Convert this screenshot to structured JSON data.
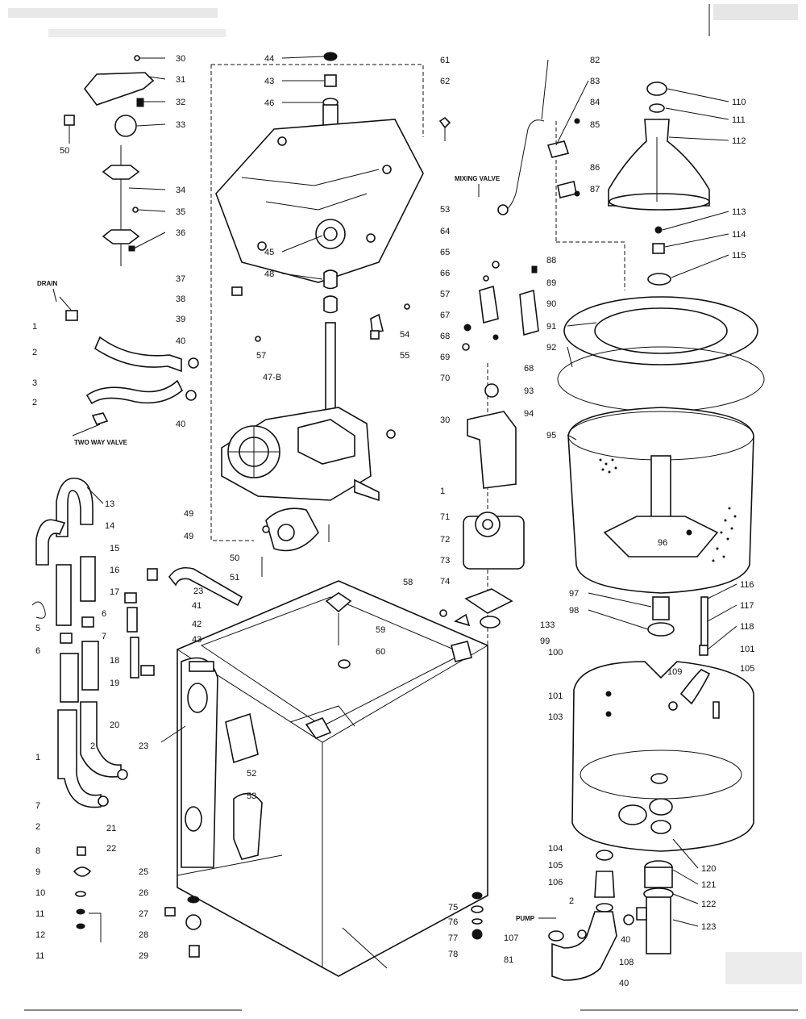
{
  "notes": {
    "drain": "DRAIN",
    "two_way_valve": "TWO WAY VALVE",
    "mixing_valve": "MIXING VALVE",
    "pump": "PUMP"
  },
  "callouts": [
    {
      "id": "c30a",
      "text": "30"
    },
    {
      "id": "c31a",
      "text": "31"
    },
    {
      "id": "c32",
      "text": "32"
    },
    {
      "id": "c33",
      "text": "33"
    },
    {
      "id": "c50a",
      "text": "50"
    },
    {
      "id": "c34",
      "text": "34"
    },
    {
      "id": "c35",
      "text": "35"
    },
    {
      "id": "c36",
      "text": "36"
    },
    {
      "id": "c37",
      "text": "37"
    },
    {
      "id": "c38",
      "text": "38"
    },
    {
      "id": "c39",
      "text": "39"
    },
    {
      "id": "c1a",
      "text": "1"
    },
    {
      "id": "c2a",
      "text": "2"
    },
    {
      "id": "c40a",
      "text": "40"
    },
    {
      "id": "c3",
      "text": "3"
    },
    {
      "id": "c2b",
      "text": "2"
    },
    {
      "id": "c40b",
      "text": "40"
    },
    {
      "id": "c44",
      "text": "44"
    },
    {
      "id": "c43",
      "text": "43"
    },
    {
      "id": "c46",
      "text": "46"
    },
    {
      "id": "c45",
      "text": "45"
    },
    {
      "id": "c48",
      "text": "48"
    },
    {
      "id": "c57a",
      "text": "57"
    },
    {
      "id": "c61",
      "text": "61"
    },
    {
      "id": "c62",
      "text": "62"
    },
    {
      "id": "c47",
      "text": "47-B"
    },
    {
      "id": "c49",
      "text": "49"
    },
    {
      "id": "c49b",
      "text": "49"
    },
    {
      "id": "c50",
      "text": "50"
    },
    {
      "id": "c51",
      "text": "51"
    },
    {
      "id": "c58",
      "text": "58"
    },
    {
      "id": "c54",
      "text": "54"
    },
    {
      "id": "c55",
      "text": "55"
    },
    {
      "id": "c57b",
      "text": "57"
    },
    {
      "id": "c30b",
      "text": "30"
    },
    {
      "id": "c13",
      "text": "13"
    },
    {
      "id": "c14",
      "text": "14"
    },
    {
      "id": "c15",
      "text": "15"
    },
    {
      "id": "c16",
      "text": "16"
    },
    {
      "id": "c17",
      "text": "17"
    },
    {
      "id": "c6a",
      "text": "6"
    },
    {
      "id": "c7a",
      "text": "7"
    },
    {
      "id": "c5",
      "text": "5"
    },
    {
      "id": "c6b",
      "text": "6"
    },
    {
      "id": "c18",
      "text": "18"
    },
    {
      "id": "c19",
      "text": "19"
    },
    {
      "id": "c20",
      "text": "20"
    },
    {
      "id": "c2c",
      "text": "2"
    },
    {
      "id": "c23a",
      "text": "23"
    },
    {
      "id": "c41",
      "text": "41"
    },
    {
      "id": "c42",
      "text": "42"
    },
    {
      "id": "c43b",
      "text": "43"
    },
    {
      "id": "c23b",
      "text": "23"
    },
    {
      "id": "c1b",
      "text": "1"
    },
    {
      "id": "c7b",
      "text": "7"
    },
    {
      "id": "c2d",
      "text": "2"
    },
    {
      "id": "c21",
      "text": "21"
    },
    {
      "id": "c22",
      "text": "22"
    },
    {
      "id": "c8",
      "text": "8"
    },
    {
      "id": "c9",
      "text": "9"
    },
    {
      "id": "c10",
      "text": "10"
    },
    {
      "id": "c11a",
      "text": "11"
    },
    {
      "id": "c12",
      "text": "12"
    },
    {
      "id": "c11b",
      "text": "11"
    },
    {
      "id": "c25",
      "text": "25"
    },
    {
      "id": "c26",
      "text": "26"
    },
    {
      "id": "c27",
      "text": "27"
    },
    {
      "id": "c28",
      "text": "28"
    },
    {
      "id": "c29",
      "text": "29"
    },
    {
      "id": "c52",
      "text": "52"
    },
    {
      "id": "c53b",
      "text": "53"
    },
    {
      "id": "c59",
      "text": "59"
    },
    {
      "id": "c60",
      "text": "60"
    },
    {
      "id": "c82",
      "text": "82"
    },
    {
      "id": "c83",
      "text": "83"
    },
    {
      "id": "c84",
      "text": "84"
    },
    {
      "id": "c85",
      "text": "85"
    },
    {
      "id": "c86",
      "text": "86"
    },
    {
      "id": "c87",
      "text": "87"
    },
    {
      "id": "c53",
      "text": "53"
    },
    {
      "id": "c64",
      "text": "64"
    },
    {
      "id": "c65",
      "text": "65"
    },
    {
      "id": "c66",
      "text": "66"
    },
    {
      "id": "c67",
      "text": "67"
    },
    {
      "id": "c68",
      "text": "68"
    },
    {
      "id": "c69",
      "text": "69"
    },
    {
      "id": "c70",
      "text": "70"
    },
    {
      "id": "c88",
      "text": "88"
    },
    {
      "id": "c89",
      "text": "89"
    },
    {
      "id": "c90",
      "text": "90"
    },
    {
      "id": "c68b",
      "text": "68"
    },
    {
      "id": "c93",
      "text": "93"
    },
    {
      "id": "c94",
      "text": "94"
    },
    {
      "id": "c71",
      "text": "71"
    },
    {
      "id": "c72",
      "text": "72"
    },
    {
      "id": "c73",
      "text": "73"
    },
    {
      "id": "c74",
      "text": "74"
    },
    {
      "id": "c1c",
      "text": "1"
    },
    {
      "id": "c110",
      "text": "110"
    },
    {
      "id": "c111",
      "text": "111"
    },
    {
      "id": "c112",
      "text": "112"
    },
    {
      "id": "c113",
      "text": "113"
    },
    {
      "id": "c114",
      "text": "114"
    },
    {
      "id": "c115",
      "text": "115"
    },
    {
      "id": "c91",
      "text": "91"
    },
    {
      "id": "c92",
      "text": "92"
    },
    {
      "id": "c95",
      "text": "95"
    },
    {
      "id": "c96",
      "text": "96"
    },
    {
      "id": "c97",
      "text": "97"
    },
    {
      "id": "c98",
      "text": "98"
    },
    {
      "id": "c133",
      "text": "133"
    },
    {
      "id": "c99",
      "text": "99"
    },
    {
      "id": "c116",
      "text": "116"
    },
    {
      "id": "c117",
      "text": "117"
    },
    {
      "id": "c118",
      "text": "118"
    },
    {
      "id": "c101",
      "text": "101"
    },
    {
      "id": "c100",
      "text": "100"
    },
    {
      "id": "c102",
      "text": "101"
    },
    {
      "id": "c103",
      "text": "103"
    },
    {
      "id": "c109",
      "text": "109"
    },
    {
      "id": "c105",
      "text": "105"
    },
    {
      "id": "c120",
      "text": "120"
    },
    {
      "id": "c104",
      "text": "104"
    },
    {
      "id": "c105b",
      "text": "105"
    },
    {
      "id": "c106",
      "text": "106"
    },
    {
      "id": "c2e",
      "text": "2"
    },
    {
      "id": "c40c",
      "text": "40"
    },
    {
      "id": "c107",
      "text": "107"
    },
    {
      "id": "c108",
      "text": "108"
    },
    {
      "id": "c81",
      "text": "81"
    },
    {
      "id": "c40d",
      "text": "40"
    },
    {
      "id": "c121",
      "text": "121"
    },
    {
      "id": "c122",
      "text": "122"
    },
    {
      "id": "c123",
      "text": "123"
    },
    {
      "id": "c75",
      "text": "75"
    },
    {
      "id": "c76",
      "text": "76"
    },
    {
      "id": "c77",
      "text": "77"
    },
    {
      "id": "c78",
      "text": "78"
    }
  ]
}
